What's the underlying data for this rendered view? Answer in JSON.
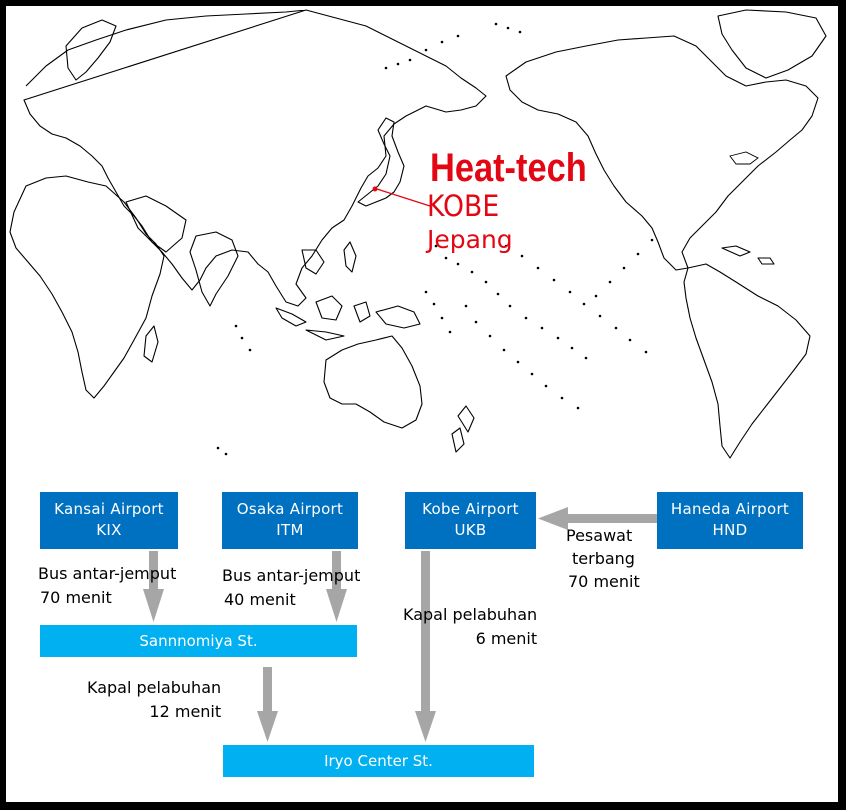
{
  "brand": {
    "name": "Heat-tech",
    "city": "KOBE",
    "country": "Jepang",
    "color": "#e30613"
  },
  "airports": [
    {
      "name": "Kansai Airport",
      "code": "KIX"
    },
    {
      "name": "Osaka Airport",
      "code": "ITM"
    },
    {
      "name": "Kobe Airport",
      "code": "UKB"
    },
    {
      "name": "Haneda Airport",
      "code": "HND"
    }
  ],
  "stations": {
    "sannomiya": "Sannnomiya St.",
    "iryo": "Iryo Center St."
  },
  "routes": {
    "kix_bus": {
      "mode": "Bus antar-jemput",
      "time": "70 menit"
    },
    "itm_bus": {
      "mode": "Bus antar-jemput",
      "time": "40 menit"
    },
    "ukb_port": {
      "mode": "Kapal pelabuhan",
      "time": "6 menit"
    },
    "hnd_flight": {
      "mode1": "Pesawat",
      "mode2": "terbang",
      "time": "70 menit"
    },
    "sannomiya_port": {
      "mode": "Kapal pelabuhan",
      "time": "12 menit"
    }
  },
  "colors": {
    "airport_box": "#0070c0",
    "station_box": "#00b0f0",
    "arrow": "#a6a6a6"
  }
}
